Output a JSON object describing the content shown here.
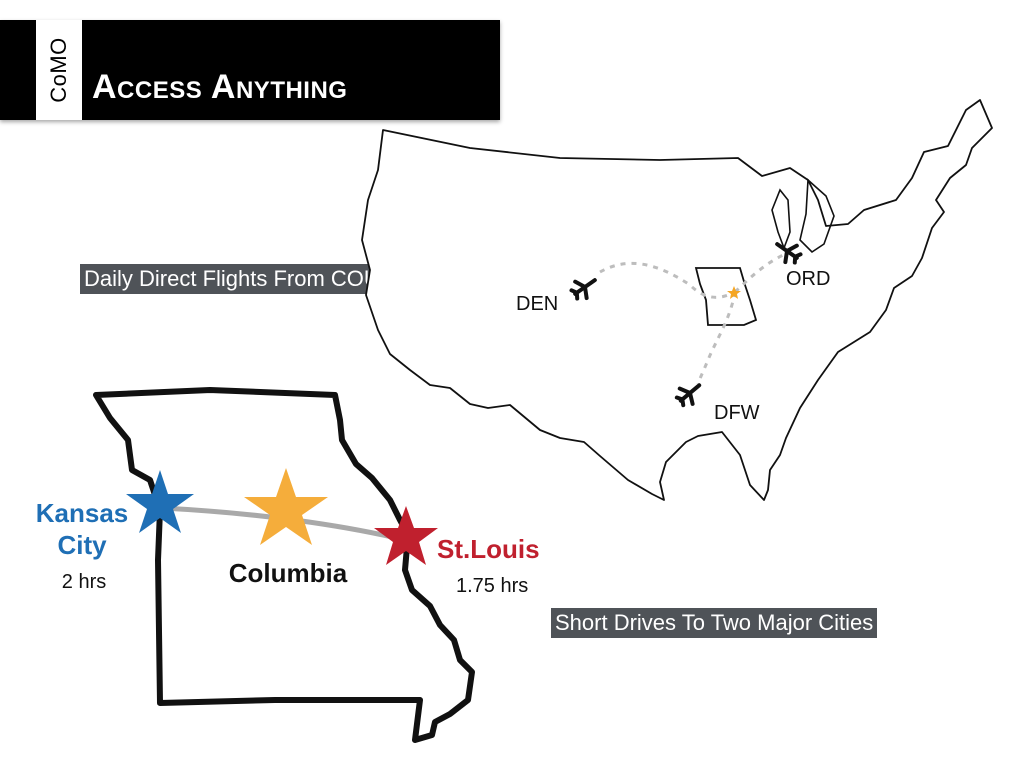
{
  "slide": {
    "tab_label": "CoMO",
    "title": "Access Anything"
  },
  "captions": {
    "flights": "Daily Direct Flights From COU",
    "drives": "Short Drives To Two Major Cities"
  },
  "flight_map": {
    "airports": [
      {
        "code": "DEN",
        "icon": "airplane-icon"
      },
      {
        "code": "ORD",
        "icon": "airplane-icon"
      },
      {
        "code": "DFW",
        "icon": "airplane-icon"
      }
    ],
    "origin_star_color": "#f5a623"
  },
  "missouri_map": {
    "cities": [
      {
        "name": "Kansas City",
        "line1": "Kansas",
        "line2": "City",
        "drive_time": "2 hrs",
        "color": "#1f6fb5"
      },
      {
        "name": "Columbia",
        "color": "#f5ad3b"
      },
      {
        "name": "St.Louis",
        "drive_time": "1.75 hrs",
        "color": "#c0202e"
      }
    ]
  }
}
